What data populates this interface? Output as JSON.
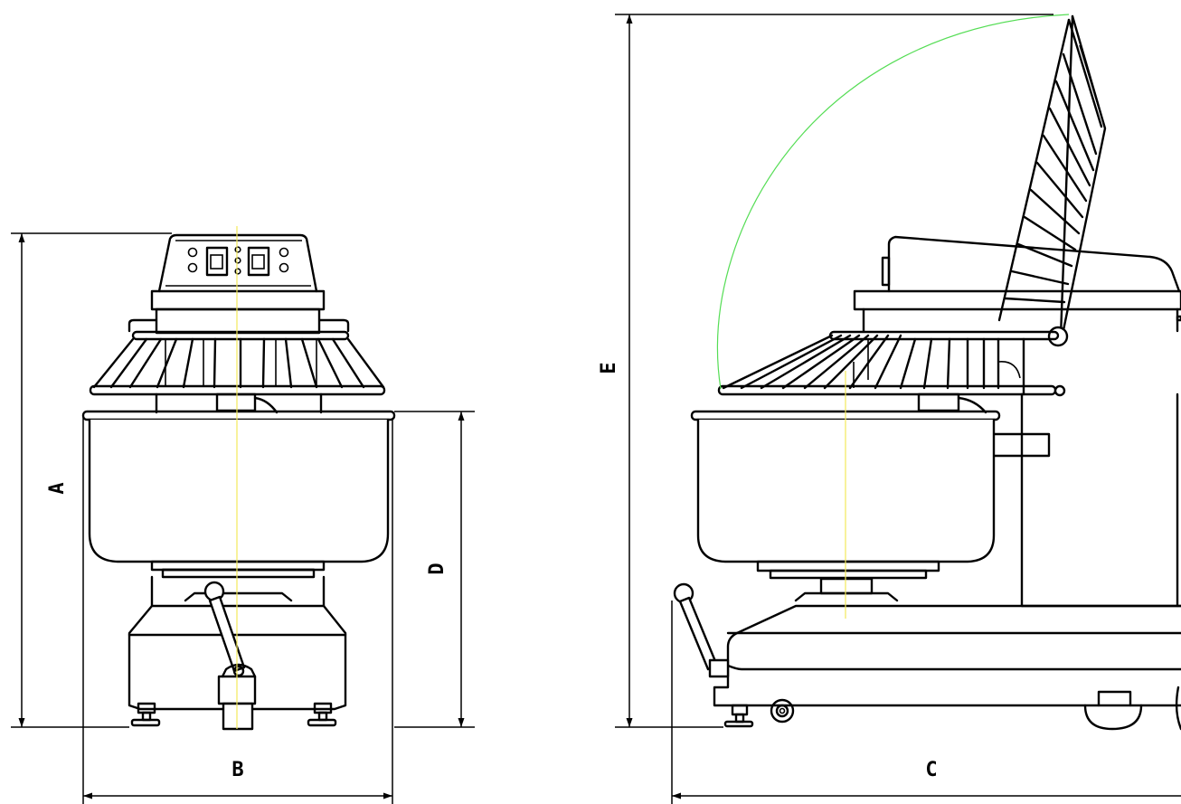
{
  "dimensions": {
    "A": "A",
    "B": "B",
    "C": "C",
    "D": "D",
    "E": "E"
  },
  "colors": {
    "line": "#000000",
    "centerline": "#f2e85a",
    "swing_arc": "#55dd55",
    "background": "#ffffff"
  }
}
